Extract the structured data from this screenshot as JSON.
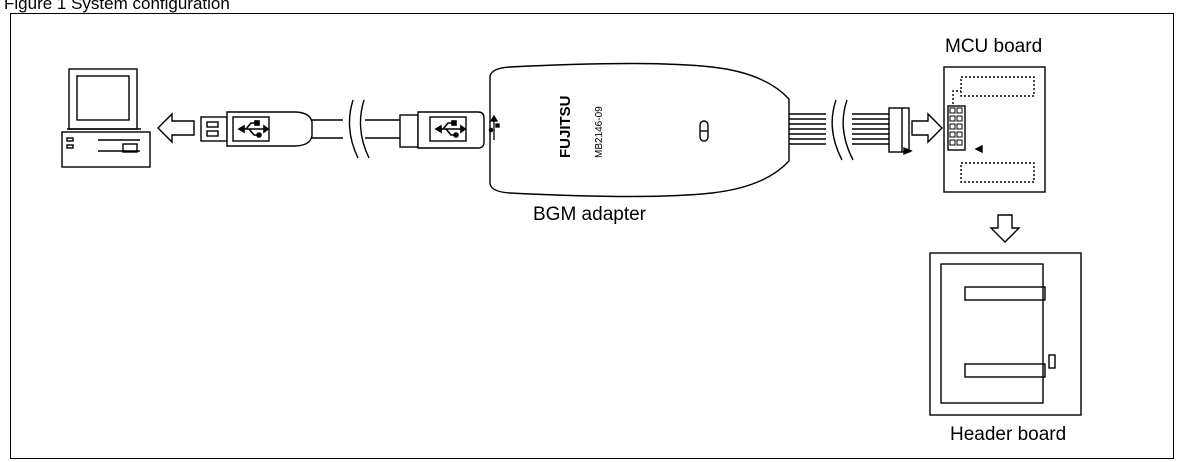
{
  "caption": "Figure 1 System configuration",
  "labels": {
    "bgm_adapter": "BGM adapter",
    "mcu_board": "MCU board",
    "header_board": "Header board"
  },
  "adapter": {
    "brand": "FUJITSU",
    "model": "MB2146-09"
  }
}
